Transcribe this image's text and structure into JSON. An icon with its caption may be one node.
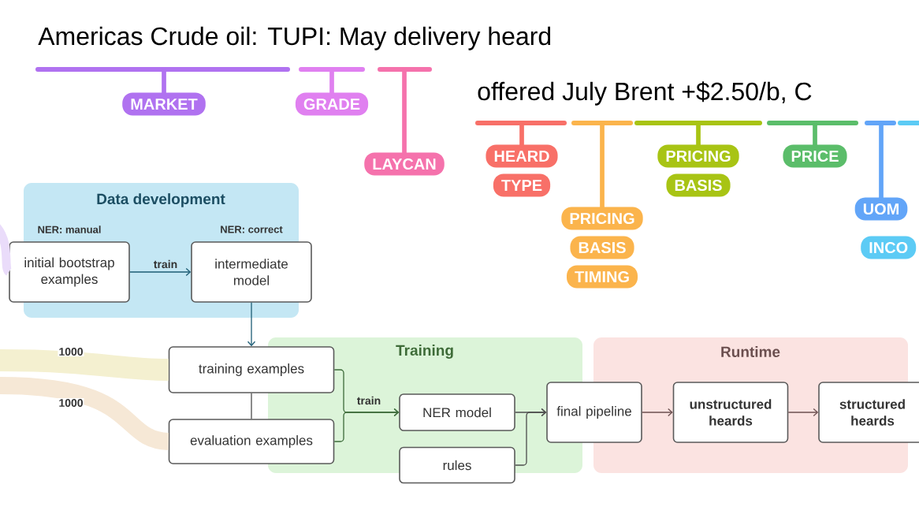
{
  "diagram": {
    "nodes": [
      {
        "text": [
          "MARKET"
        ]
      },
      {
        "text": [
          "GRADE"
        ]
      },
      {
        "text": [
          "LAYCAN"
        ]
      },
      {
        "text": [
          "HEARD"
        ]
      },
      {
        "text": [
          "TYPE"
        ]
      },
      {
        "text": [
          "PRICING"
        ]
      },
      {
        "text": [
          "BASIS"
        ]
      },
      {
        "text": [
          "TIMING"
        ]
      },
      {
        "text": [
          "PRICING"
        ]
      },
      {
        "text": [
          "BASIS"
        ]
      },
      {
        "text": [
          "PRICE"
        ]
      },
      {
        "text": [
          "UOM"
        ]
      },
      {
        "text": [
          "INCO"
        ]
      },
      {
        "text": [
          "Data development"
        ]
      },
      {
        "text": [
          "initial bootstrap examples"
        ],
        "in": 13,
        "beside": [
          "NER: manual"
        ]
      },
      {
        "text": [
          "intermediate model"
        ],
        "in": 13,
        "beside": [
          "NER: correct"
        ]
      },
      {
        "text": [
          "training examples"
        ]
      },
      {
        "text": [
          "evaluation examples"
        ]
      },
      {
        "text": [
          "Training"
        ]
      },
      {
        "text": [
          "NER model"
        ],
        "in": 18
      },
      {
        "text": [
          "rules"
        ]
      },
      {
        "text": [
          "final pipeline"
        ]
      },
      {
        "text": [
          "Runtime"
        ]
      },
      {
        "text": [
          "unstructured heards"
        ],
        "in": 22
      },
      {
        "text": [
          "structured heards"
        ]
      }
    ],
    "edges": [
      {
        "from": 0,
        "to": null,
        "arrow": "none",
        "color": "#b072f0"
      },
      {
        "from": 1,
        "to": null,
        "arrow": "none",
        "color": "#e080f0"
      },
      {
        "from": 2,
        "to": null,
        "arrow": "none",
        "color": "#f572ac"
      },
      {
        "from": 3,
        "to": null,
        "arrow": "none",
        "color": "#f87068"
      },
      {
        "from": 5,
        "to": null,
        "arrow": "none",
        "color": "#fbb44c"
      },
      {
        "from": 8,
        "to": null,
        "arrow": "none",
        "color": "#a8c414"
      },
      {
        "from": 10,
        "to": null,
        "arrow": "none",
        "color": "#5bbd6a"
      },
      {
        "from": 11,
        "to": null,
        "arrow": "none",
        "color": "#62a5f8"
      },
      {
        "from": 14,
        "to": 15,
        "arrow": "to",
        "label": "train",
        "color": "#1d5c75"
      },
      {
        "from": 15,
        "to": 16,
        "arrow": "to",
        "color": "#1d5c75"
      },
      {
        "from": 16,
        "to": 17,
        "arrow": "none"
      },
      {
        "from": 16,
        "to": 19,
        "arrow": "to",
        "label": "train",
        "color": "#3d6b3a"
      },
      {
        "from": 17,
        "to": 19,
        "arrow": "to",
        "color": "#3d6b3a"
      },
      {
        "from": 19,
        "to": 21,
        "arrow": "to"
      },
      {
        "from": 20,
        "to": 21,
        "arrow": "to"
      },
      {
        "from": 21,
        "to": 23,
        "arrow": "to",
        "color": "#6b4f4f"
      },
      {
        "from": 23,
        "to": 24,
        "arrow": "to",
        "color": "#6b4f4f"
      },
      {
        "from": null,
        "to": 14,
        "arrow": "none",
        "style": "thick",
        "color": "#eadcfa"
      },
      {
        "from": null,
        "to": 16,
        "arrow": "none",
        "style": "thick",
        "color": "#f4f0d0",
        "label": "1000"
      },
      {
        "from": null,
        "to": 17,
        "arrow": "none",
        "style": "thick",
        "color": "#f6e8d6",
        "label": "1000"
      }
    ],
    "labels": [
      "Americas Crude oil: TUPI: May delivery heard",
      "offered July Brent +$2.50/b, C"
    ]
  }
}
